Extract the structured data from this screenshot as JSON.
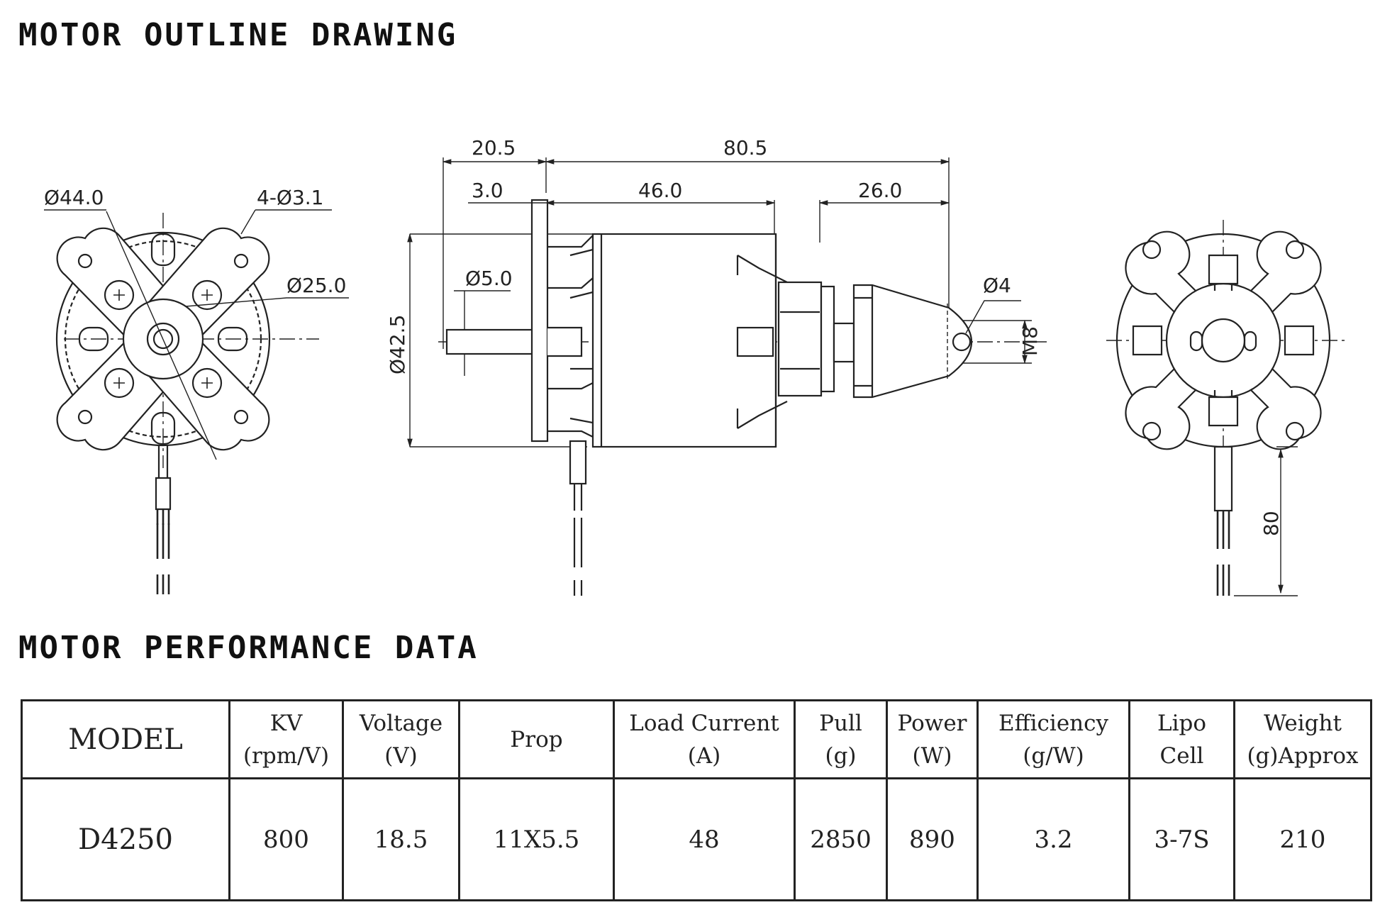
{
  "outline": {
    "title": "MOTOR OUTLINE DRAWING",
    "dimensions": {
      "mount_diameter": "Ø44.0",
      "holes": "4-Ø3.1",
      "hole_circle": "Ø25.0",
      "mount_to_front": "20.5",
      "total_length": "80.5",
      "flange_thickness": "3.0",
      "body_length": "46.0",
      "prop_adapter_length": "26.0",
      "shaft_diameter": "Ø5.0",
      "body_diameter": "Ø42.5",
      "adapter_hole": "Ø4",
      "thread": "M8",
      "lead_length": "80"
    }
  },
  "performance": {
    "title": "MOTOR PERFORMANCE DATA",
    "headers": [
      {
        "line1": "MODEL",
        "line2": ""
      },
      {
        "line1": "KV",
        "line2": "(rpm/V)"
      },
      {
        "line1": "Voltage",
        "line2": "(V)"
      },
      {
        "line1": "Prop",
        "line2": ""
      },
      {
        "line1": "Load Current",
        "line2": "(A)"
      },
      {
        "line1": "Pull",
        "line2": "(g)"
      },
      {
        "line1": "Power",
        "line2": "(W)"
      },
      {
        "line1": "Efficiency",
        "line2": "(g/W)"
      },
      {
        "line1": "Lipo",
        "line2": "Cell"
      },
      {
        "line1": "Weight",
        "line2": "(g)Approx"
      }
    ],
    "row": [
      "D4250",
      "800",
      "18.5",
      "11X5.5",
      "48",
      "2850",
      "890",
      "3.2",
      "3-7S",
      "210"
    ]
  },
  "colors": {
    "ink": "#222222",
    "background": "#ffffff"
  }
}
